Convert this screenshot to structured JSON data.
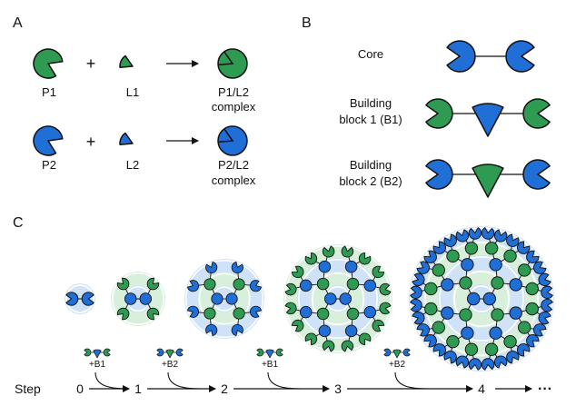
{
  "panels": {
    "a": {
      "letter": "A",
      "row1": {
        "left": "P1",
        "middle": "L1",
        "result_line1": "P1/L2",
        "result_line2": "complex"
      },
      "row2": {
        "left": "P2",
        "middle": "L2",
        "result_line1": "P2/L2",
        "result_line2": "complex"
      },
      "plus": "+"
    },
    "b": {
      "letter": "B",
      "core": "Core",
      "b1_line1": "Building",
      "b1_line2": "block 1 (B1)",
      "b2_line1": "Building",
      "b2_line2": "block 2 (B2)"
    },
    "c": {
      "letter": "C",
      "step_label": "Step",
      "steps": [
        "0",
        "1",
        "2",
        "3",
        "4"
      ],
      "additions": [
        "+B1",
        "+B2",
        "+B1",
        "+B2"
      ],
      "ellipsis": "···"
    }
  },
  "colors": {
    "green": "#2e9a52",
    "blue": "#1f6fd6",
    "ring_blue": "#cfe2f7",
    "ring_green": "#d8efdc",
    "outline": "#111111"
  }
}
